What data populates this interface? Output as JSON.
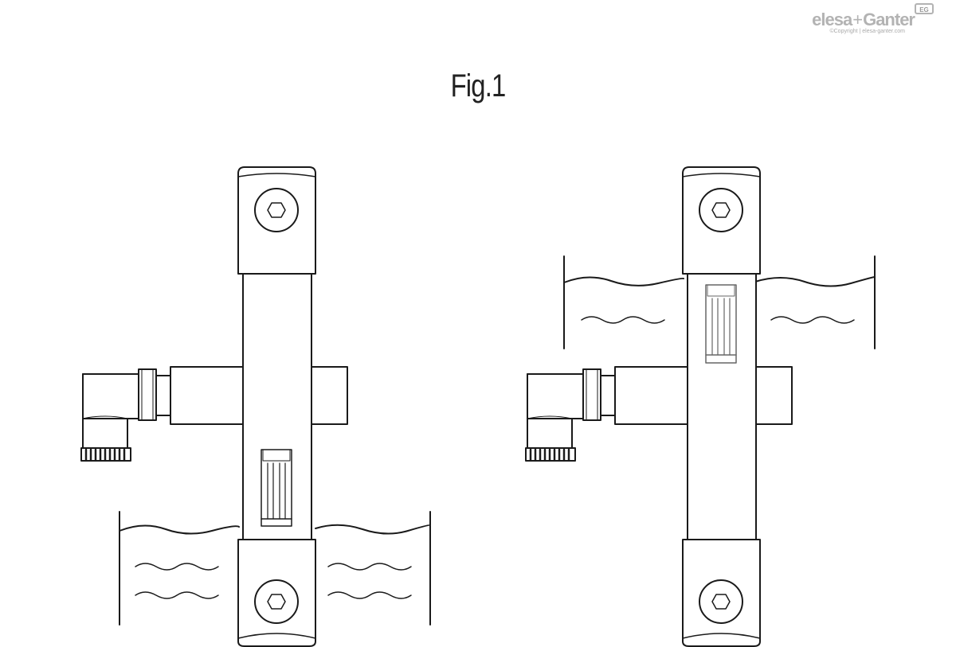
{
  "figure": {
    "title": "Fig.1"
  },
  "brand": {
    "name_part1": "elesa",
    "plus": "+",
    "name_part2": "Ganter",
    "tag": "EG",
    "copyright": "©Copyright | elesa-ganter.com"
  },
  "colors": {
    "line": "#1a1a1a",
    "background": "#ffffff",
    "brand_gray": "#b3b3b3"
  },
  "diagrams": [
    {
      "id": "left",
      "description_state": "liquid-low",
      "float_position": "bottom"
    },
    {
      "id": "right",
      "description_state": "liquid-high",
      "float_position": "top"
    }
  ]
}
